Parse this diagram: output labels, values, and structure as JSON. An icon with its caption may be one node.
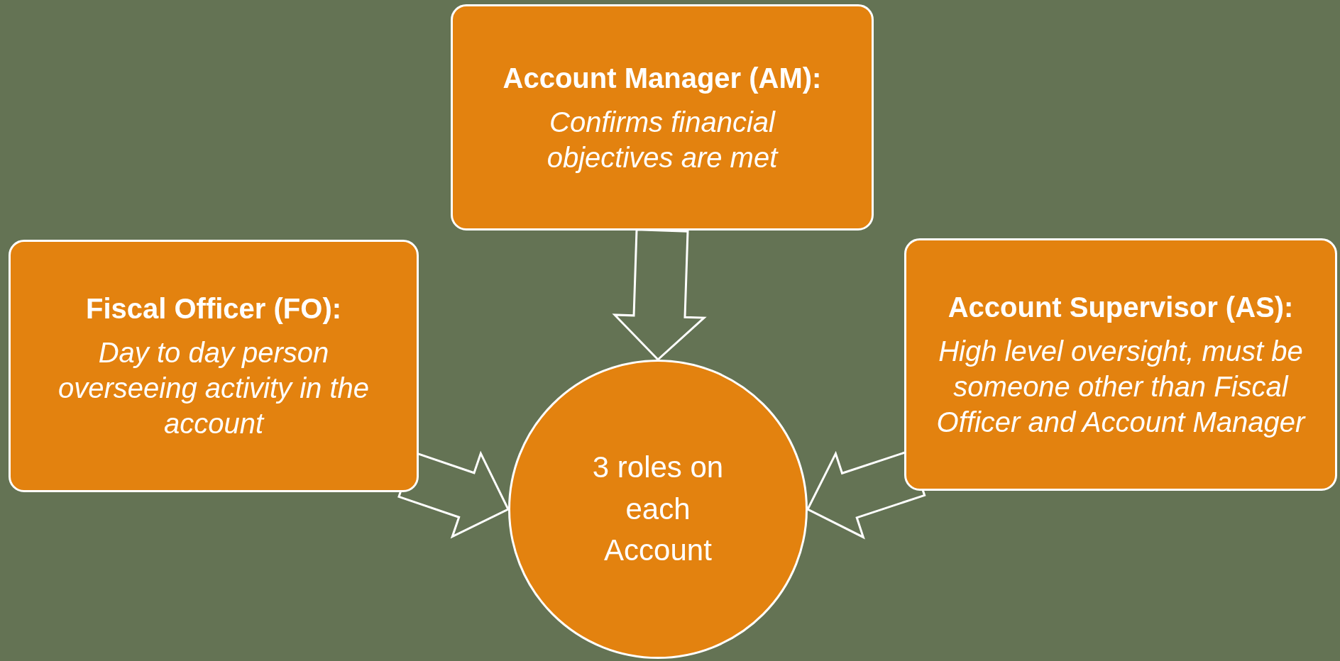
{
  "diagram": {
    "nodes": [
      {
        "text": [
          "Account Manager (AM):",
          "Confirms financial objectives are met"
        ]
      },
      {
        "text": [
          "Fiscal Officer (FO):",
          "Day to day person overseeing activity in the account"
        ]
      },
      {
        "text": [
          "Account Supervisor (AS):",
          "High level oversight, must be someone other than Fiscal Officer and Account Manager"
        ]
      },
      {
        "text": [
          "3 roles on each Account"
        ]
      }
    ],
    "edges": [
      {
        "from": 0,
        "to": 3,
        "arrow": "to"
      },
      {
        "from": 1,
        "to": 3,
        "arrow": "to"
      },
      {
        "from": 2,
        "to": 3,
        "arrow": "to"
      }
    ]
  }
}
